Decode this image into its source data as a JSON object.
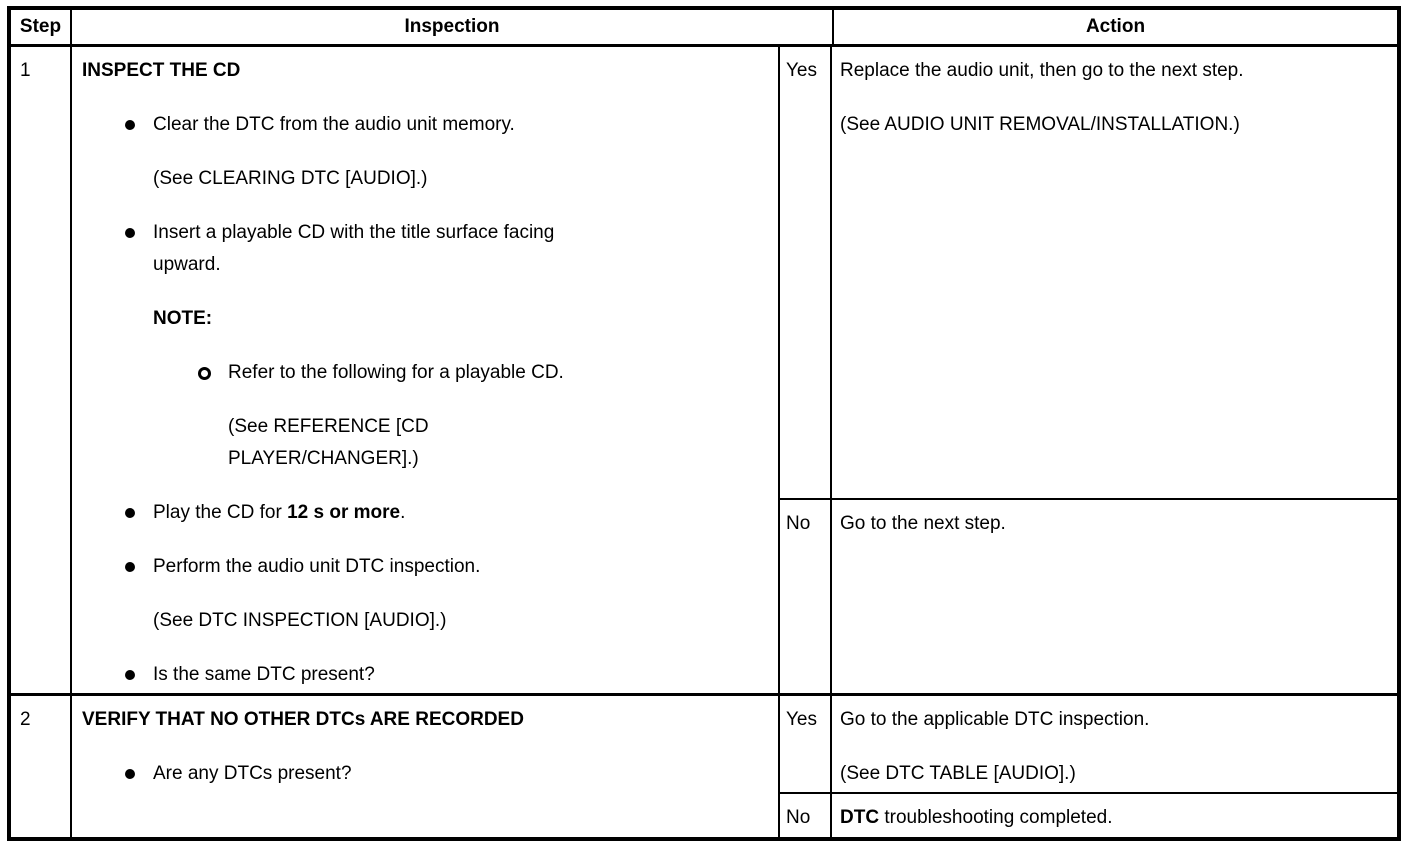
{
  "header": {
    "step": "Step",
    "inspection": "Inspection",
    "action": "Action"
  },
  "steps": [
    {
      "number": "1",
      "title": "INSPECT THE CD",
      "bullet1": "Clear the DTC from the audio unit memory.",
      "ref1": "(See CLEARING DTC [AUDIO].)",
      "bullet2": "Insert a playable CD with the title surface facing\nupward.",
      "note_label": "NOTE:",
      "sub_bullet": "Refer to the following for a playable CD.",
      "sub_ref": "(See REFERENCE [CD\nPLAYER/CHANGER].)",
      "bullet3_prefix": "Play the CD for ",
      "bullet3_bold": "12 s or more",
      "bullet3_suffix": ".",
      "bullet4": "Perform the audio unit DTC inspection.",
      "ref2": "(See DTC INSPECTION [AUDIO].)",
      "bullet5": "Is the same DTC present?",
      "yes_label": "Yes",
      "yes_action_line1": "Replace the audio unit, then go to the next step.",
      "yes_action_line2": "(See AUDIO UNIT REMOVAL/INSTALLATION.)",
      "no_label": "No",
      "no_action": "Go to the next step."
    },
    {
      "number": "2",
      "title": "VERIFY THAT NO OTHER DTCs ARE RECORDED",
      "bullet1": "Are any DTCs present?",
      "yes_label": "Yes",
      "yes_action_line1": "Go to the applicable DTC inspection.",
      "yes_action_line2": "(See DTC TABLE [AUDIO].)",
      "no_label": "No",
      "no_action_bold": "DTC",
      "no_action_rest": " troubleshooting completed."
    }
  ]
}
